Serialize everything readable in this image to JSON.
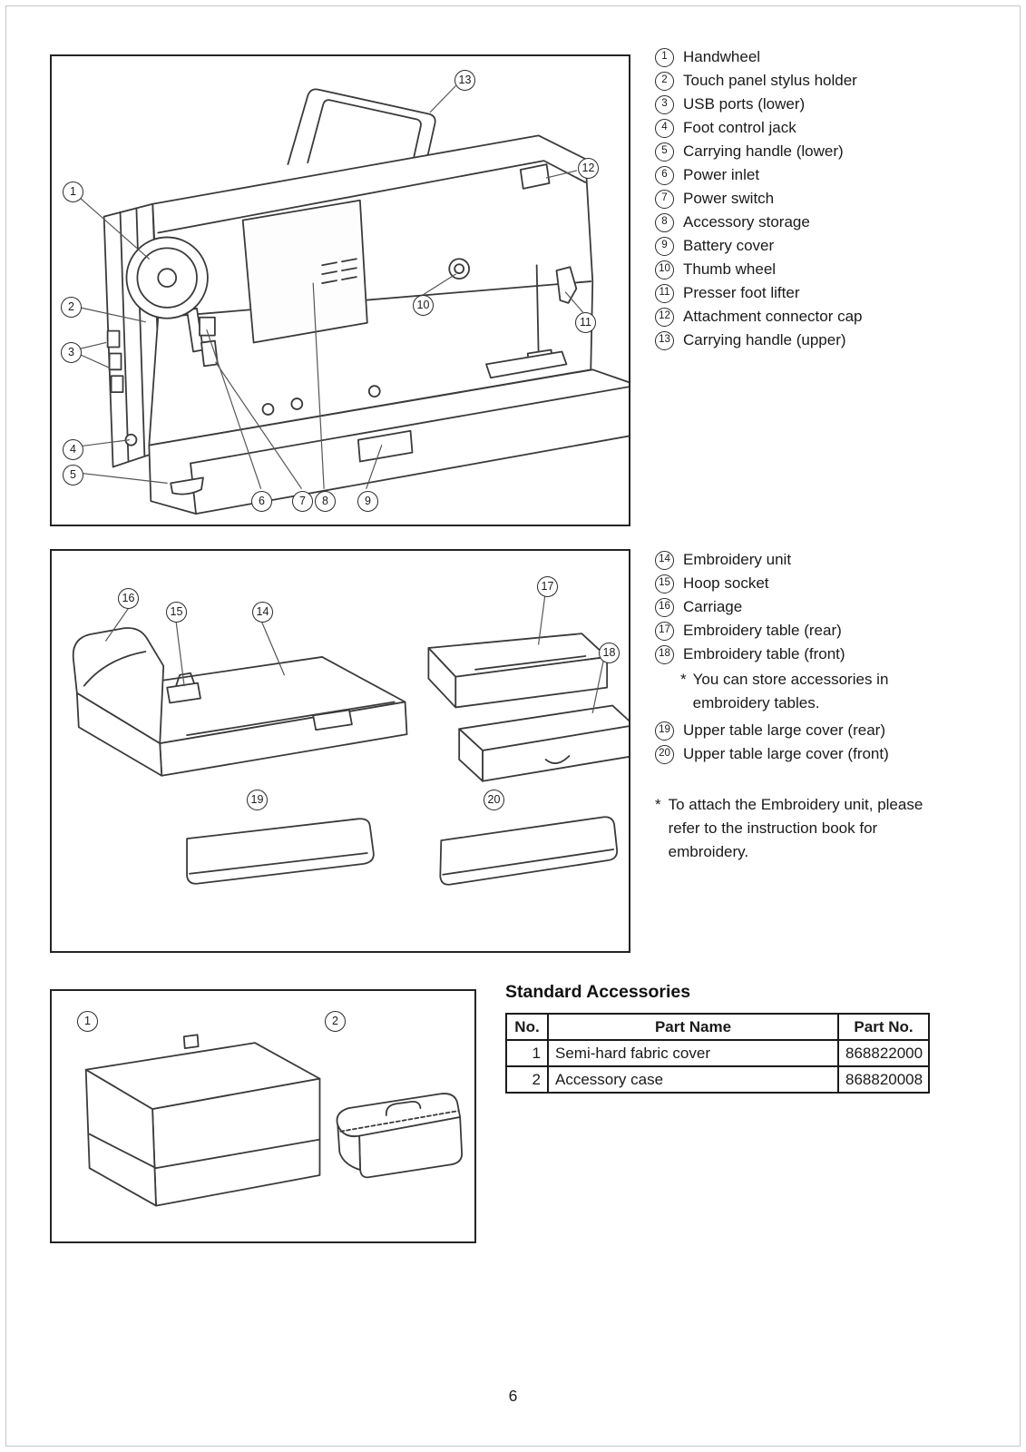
{
  "page": {
    "number": "6"
  },
  "machine_parts": {
    "items": [
      {
        "num": "1",
        "label": "Handwheel"
      },
      {
        "num": "2",
        "label": "Touch panel stylus holder"
      },
      {
        "num": "3",
        "label": "USB ports (lower)"
      },
      {
        "num": "4",
        "label": "Foot control jack"
      },
      {
        "num": "5",
        "label": "Carrying handle (lower)"
      },
      {
        "num": "6",
        "label": "Power inlet"
      },
      {
        "num": "7",
        "label": "Power switch"
      },
      {
        "num": "8",
        "label": "Accessory storage"
      },
      {
        "num": "9",
        "label": "Battery cover"
      },
      {
        "num": "10",
        "label": "Thumb wheel"
      },
      {
        "num": "11",
        "label": "Presser foot lifter"
      },
      {
        "num": "12",
        "label": "Attachment connector cap"
      },
      {
        "num": "13",
        "label": "Carrying handle (upper)"
      }
    ]
  },
  "embroidery_parts": {
    "items": [
      {
        "num": "14",
        "label": "Embroidery unit"
      },
      {
        "num": "15",
        "label": "Hoop socket"
      },
      {
        "num": "16",
        "label": "Carriage"
      },
      {
        "num": "17",
        "label": "Embroidery table (rear)"
      },
      {
        "num": "18",
        "label": "Embroidery table (front)"
      }
    ],
    "note_star": "*",
    "note_text": "You can store accessories in embroidery tables.",
    "items2": [
      {
        "num": "19",
        "label": "Upper table large cover (rear)"
      },
      {
        "num": "20",
        "label": "Upper table large cover (front)"
      }
    ],
    "footnote_star": "*",
    "footnote_text": "To attach the Embroidery unit, please refer to the instruction book for embroidery."
  },
  "accessories": {
    "title": "Standard Accessories",
    "headers": {
      "no": "No.",
      "name": "Part Name",
      "part_no": "Part No."
    },
    "rows": [
      {
        "no": "1",
        "name": "Semi-hard fabric cover",
        "part_no": "868822000"
      },
      {
        "no": "2",
        "name": "Accessory case",
        "part_no": "868820008"
      }
    ]
  }
}
